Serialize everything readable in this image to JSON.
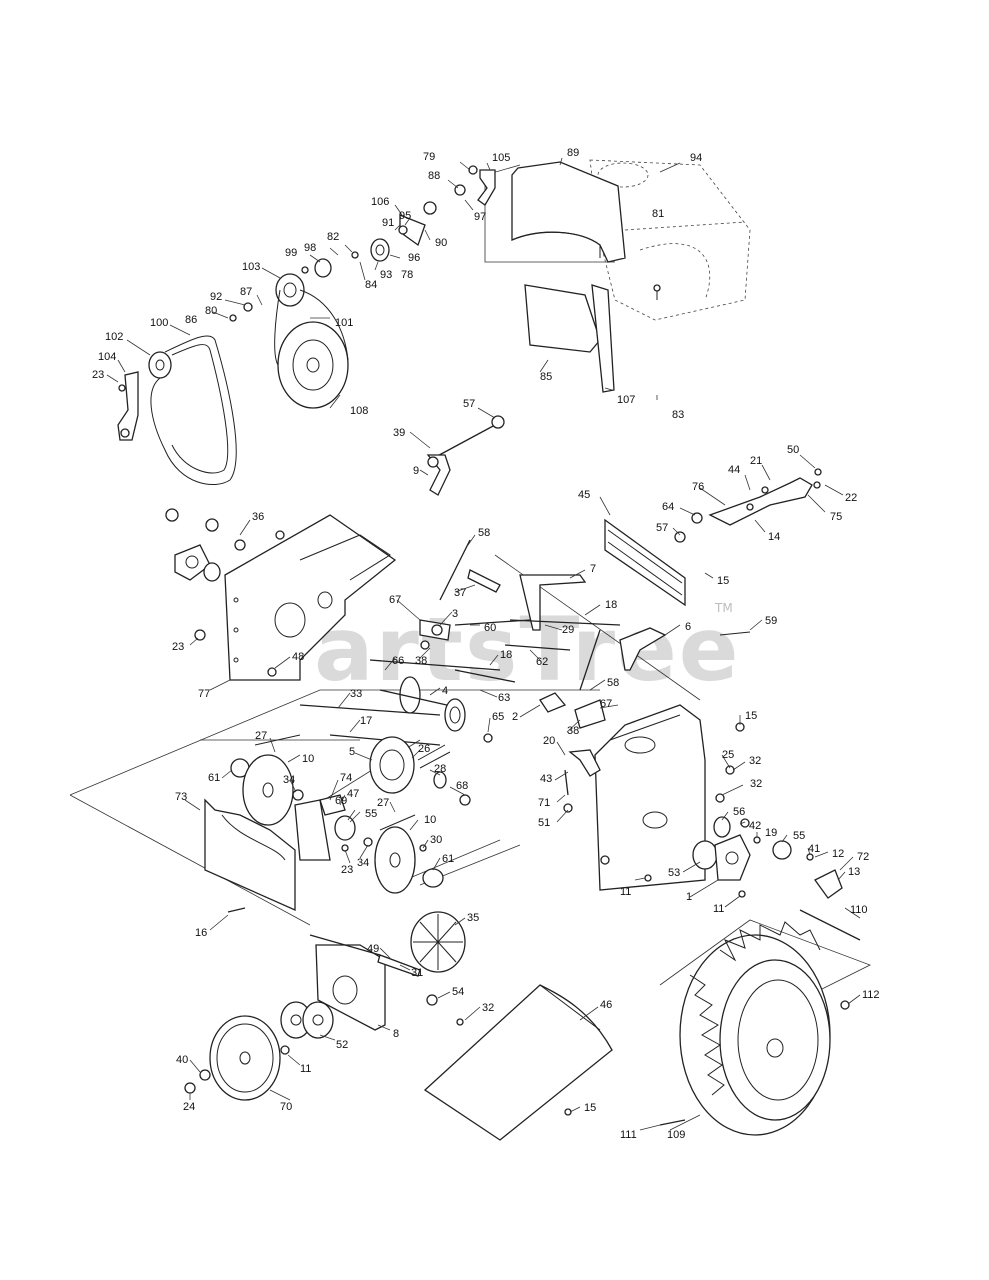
{
  "watermark": {
    "text": "PartsTree",
    "trademark": "TM"
  },
  "callouts": [
    {
      "id": "c79",
      "text": "79"
    },
    {
      "id": "c105",
      "text": "105"
    },
    {
      "id": "c89",
      "text": "89"
    },
    {
      "id": "c94",
      "text": "94"
    },
    {
      "id": "c88",
      "text": "88"
    },
    {
      "id": "c97",
      "text": "97"
    },
    {
      "id": "c106",
      "text": "106"
    },
    {
      "id": "c91",
      "text": "91"
    },
    {
      "id": "c95",
      "text": "95"
    },
    {
      "id": "c90",
      "text": "90"
    },
    {
      "id": "c81",
      "text": "81"
    },
    {
      "id": "c82",
      "text": "82"
    },
    {
      "id": "c96",
      "text": "96"
    },
    {
      "id": "c99",
      "text": "99"
    },
    {
      "id": "c98",
      "text": "98"
    },
    {
      "id": "c93",
      "text": "93"
    },
    {
      "id": "c78",
      "text": "78"
    },
    {
      "id": "c84",
      "text": "84"
    },
    {
      "id": "c103",
      "text": "103"
    },
    {
      "id": "c92",
      "text": "92"
    },
    {
      "id": "c87",
      "text": "87"
    },
    {
      "id": "c80",
      "text": "80"
    },
    {
      "id": "c101",
      "text": "101"
    },
    {
      "id": "c100",
      "text": "100"
    },
    {
      "id": "c86",
      "text": "86"
    },
    {
      "id": "c102",
      "text": "102"
    },
    {
      "id": "c104",
      "text": "104"
    },
    {
      "id": "c23a",
      "text": "23"
    },
    {
      "id": "c85",
      "text": "85"
    },
    {
      "id": "c107",
      "text": "107"
    },
    {
      "id": "c83",
      "text": "83"
    },
    {
      "id": "c108",
      "text": "108"
    },
    {
      "id": "c57a",
      "text": "57"
    },
    {
      "id": "c39",
      "text": "39"
    },
    {
      "id": "c9",
      "text": "9"
    },
    {
      "id": "c50",
      "text": "50"
    },
    {
      "id": "c21",
      "text": "21"
    },
    {
      "id": "c44",
      "text": "44"
    },
    {
      "id": "c76",
      "text": "76"
    },
    {
      "id": "c22",
      "text": "22"
    },
    {
      "id": "c45",
      "text": "45"
    },
    {
      "id": "c64",
      "text": "64"
    },
    {
      "id": "c75",
      "text": "75"
    },
    {
      "id": "c57b",
      "text": "57"
    },
    {
      "id": "c14",
      "text": "14"
    },
    {
      "id": "c36",
      "text": "36"
    },
    {
      "id": "c58a",
      "text": "58"
    },
    {
      "id": "c15a",
      "text": "15"
    },
    {
      "id": "c37",
      "text": "37"
    },
    {
      "id": "c7",
      "text": "7"
    },
    {
      "id": "c67a",
      "text": "67"
    },
    {
      "id": "c3",
      "text": "3"
    },
    {
      "id": "c18a",
      "text": "18"
    },
    {
      "id": "c60",
      "text": "60"
    },
    {
      "id": "c29",
      "text": "29"
    },
    {
      "id": "c6",
      "text": "6"
    },
    {
      "id": "c59",
      "text": "59"
    },
    {
      "id": "c23b",
      "text": "23"
    },
    {
      "id": "c48",
      "text": "48"
    },
    {
      "id": "c38a",
      "text": "38"
    },
    {
      "id": "c66",
      "text": "66"
    },
    {
      "id": "c18b",
      "text": "18"
    },
    {
      "id": "c62",
      "text": "62"
    },
    {
      "id": "c77",
      "text": "77"
    },
    {
      "id": "c33",
      "text": "33"
    },
    {
      "id": "c4",
      "text": "4"
    },
    {
      "id": "c63",
      "text": "63"
    },
    {
      "id": "c58b",
      "text": "58"
    },
    {
      "id": "c17",
      "text": "17"
    },
    {
      "id": "c2",
      "text": "2"
    },
    {
      "id": "c67b",
      "text": "67"
    },
    {
      "id": "c65",
      "text": "65"
    },
    {
      "id": "c38b",
      "text": "38"
    },
    {
      "id": "c15b",
      "text": "15"
    },
    {
      "id": "c27a",
      "text": "27"
    },
    {
      "id": "c10a",
      "text": "10"
    },
    {
      "id": "c5",
      "text": "5"
    },
    {
      "id": "c26",
      "text": "26"
    },
    {
      "id": "c20",
      "text": "20"
    },
    {
      "id": "c25",
      "text": "25"
    },
    {
      "id": "c32a",
      "text": "32"
    },
    {
      "id": "c61a",
      "text": "61"
    },
    {
      "id": "c34a",
      "text": "34"
    },
    {
      "id": "c74",
      "text": "74"
    },
    {
      "id": "c28",
      "text": "28"
    },
    {
      "id": "c43",
      "text": "43"
    },
    {
      "id": "c32b",
      "text": "32"
    },
    {
      "id": "c73",
      "text": "73"
    },
    {
      "id": "c47",
      "text": "47"
    },
    {
      "id": "c68",
      "text": "68"
    },
    {
      "id": "c69",
      "text": "69"
    },
    {
      "id": "c55a",
      "text": "55"
    },
    {
      "id": "c27b",
      "text": "27"
    },
    {
      "id": "c10b",
      "text": "10"
    },
    {
      "id": "c71",
      "text": "71"
    },
    {
      "id": "c56",
      "text": "56"
    },
    {
      "id": "c42",
      "text": "42"
    },
    {
      "id": "c19",
      "text": "19"
    },
    {
      "id": "c55b",
      "text": "55"
    },
    {
      "id": "c51",
      "text": "51"
    },
    {
      "id": "c41",
      "text": "41"
    },
    {
      "id": "c30",
      "text": "30"
    },
    {
      "id": "c12",
      "text": "12"
    },
    {
      "id": "c72",
      "text": "72"
    },
    {
      "id": "c34b",
      "text": "34"
    },
    {
      "id": "c23c",
      "text": "23"
    },
    {
      "id": "c61b",
      "text": "61"
    },
    {
      "id": "c53",
      "text": "53"
    },
    {
      "id": "c13",
      "text": "13"
    },
    {
      "id": "c11a",
      "text": "11"
    },
    {
      "id": "c1",
      "text": "1"
    },
    {
      "id": "c11b",
      "text": "11"
    },
    {
      "id": "c110",
      "text": "110"
    },
    {
      "id": "c16",
      "text": "16"
    },
    {
      "id": "c35",
      "text": "35"
    },
    {
      "id": "c49",
      "text": "49"
    },
    {
      "id": "c31",
      "text": "31"
    },
    {
      "id": "c54",
      "text": "54"
    },
    {
      "id": "c32c",
      "text": "32"
    },
    {
      "id": "c46",
      "text": "46"
    },
    {
      "id": "c112",
      "text": "112"
    },
    {
      "id": "c8",
      "text": "8"
    },
    {
      "id": "c52",
      "text": "52"
    },
    {
      "id": "c40",
      "text": "40"
    },
    {
      "id": "c11c",
      "text": "11"
    },
    {
      "id": "c24",
      "text": "24"
    },
    {
      "id": "c70",
      "text": "70"
    },
    {
      "id": "c15c",
      "text": "15"
    },
    {
      "id": "c111",
      "text": "111"
    },
    {
      "id": "c109",
      "text": "109"
    }
  ]
}
